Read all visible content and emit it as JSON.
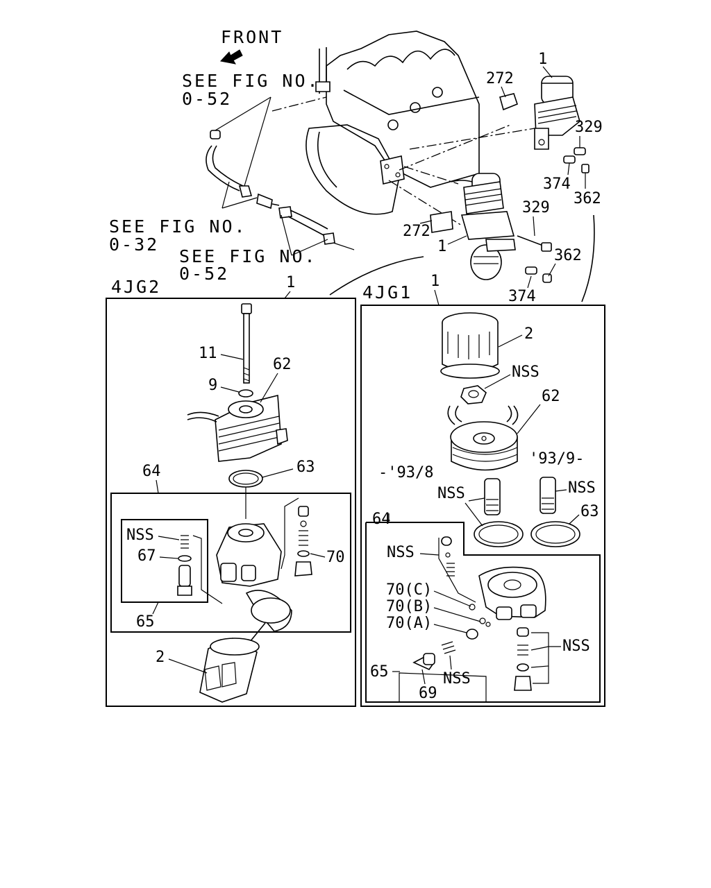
{
  "header": {
    "front": "FRONT",
    "see_fig_top_1": "SEE FIG NO.",
    "see_fig_top_2": "0-52",
    "see_fig_mid_1": "SEE FIG NO.",
    "see_fig_mid_2": "0-32",
    "see_fig_low_1": "SEE FIG NO.",
    "see_fig_low_2": "0-52"
  },
  "top_callouts": {
    "c272a": "272",
    "c1a": "1",
    "c329a": "329",
    "c374a": "374",
    "c362a": "362",
    "c272b": "272",
    "c1b": "1",
    "c329b": "329",
    "c362b": "362",
    "c374b": "374"
  },
  "panel_4jg2": {
    "title": "4JG2",
    "ref": "1",
    "labels": {
      "p11": "11",
      "p9": "9",
      "p62": "62",
      "p64": "64",
      "p63": "63",
      "nss": "NSS",
      "p67": "67",
      "p70": "70",
      "p65": "65",
      "p2": "2"
    }
  },
  "panel_4jg1": {
    "title": "4JG1",
    "ref": "1",
    "labels": {
      "p2": "2",
      "nss_a": "NSS",
      "p62": "62",
      "date_early": "-'93/8",
      "date_late": "'93/9-",
      "nss_b": "NSS",
      "nss_c": "NSS",
      "p63": "63",
      "p64": "64",
      "nss_d": "NSS",
      "p70c": "70(C)",
      "p70b": "70(B)",
      "p70a": "70(A)",
      "nss_e": "NSS",
      "p65": "65",
      "nss_f": "NSS",
      "p69": "69"
    }
  }
}
